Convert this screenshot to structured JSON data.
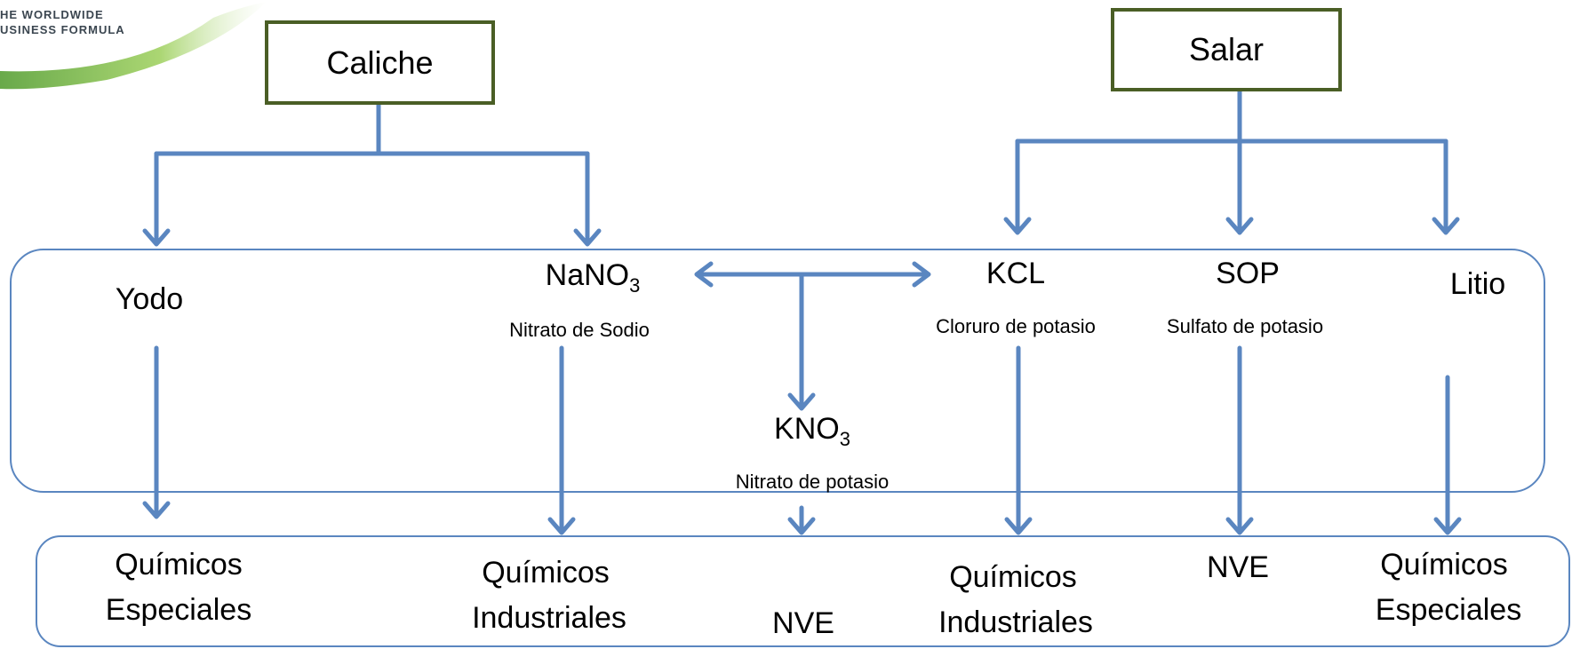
{
  "logo": {
    "line1": "HE WORLDWIDE",
    "line2": "USINESS FORMULA"
  },
  "sources": {
    "caliche": "Caliche",
    "salar": "Salar"
  },
  "products": {
    "yodo": "Yodo",
    "nano3": {
      "base": "NaNO",
      "sub": "3",
      "desc": "Nitrato de Sodio"
    },
    "kno3": {
      "base": "KNO",
      "sub": "3",
      "desc": "Nitrato de potasio"
    },
    "kcl": {
      "name": "KCL",
      "desc": "Cloruro de potasio"
    },
    "sop": {
      "name": "SOP",
      "desc": "Sulfato de potasio"
    },
    "litio": "Litio"
  },
  "uses": {
    "yodo": [
      "Químicos",
      "Especiales"
    ],
    "nano3": [
      "Químicos",
      "Industriales"
    ],
    "kno3": "NVE",
    "kcl": [
      "Químicos",
      "Industriales"
    ],
    "sop": "NVE",
    "litio": [
      "Químicos",
      "Especiales"
    ]
  },
  "colors": {
    "arrow": "#5a86c0",
    "box_border": "#4a5e25",
    "logo_swoosh": "#7bb33a"
  }
}
